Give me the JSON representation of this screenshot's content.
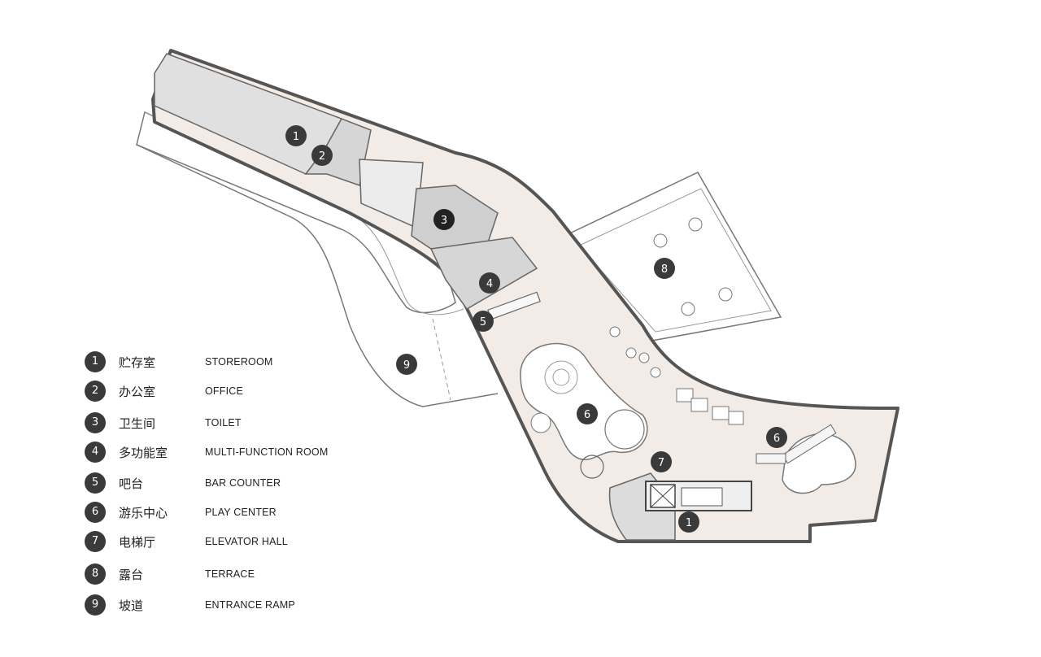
{
  "colors": {
    "floor": "#f3ebe6",
    "service_zone": "#dcdcdc",
    "wall": "#555555",
    "marker": "#3a3a3a",
    "terrace": "#ffffff"
  },
  "plan_labels": {
    "storeroom_north": "1",
    "office": "2",
    "toilet": "3",
    "multi_function_room": "4",
    "bar_counter": "5",
    "play_center_main": "6",
    "play_center_east": "6",
    "elevator_hall": "7",
    "terrace": "8",
    "entrance_ramp": "9",
    "storeroom_south": "1"
  },
  "legend": [
    {
      "num": "1",
      "cn": "贮存室",
      "en": "STOREROOM"
    },
    {
      "num": "2",
      "cn": "办公室",
      "en": "OFFICE"
    },
    {
      "num": "3",
      "cn": "卫生间",
      "en": "TOILET"
    },
    {
      "num": "4",
      "cn": "多功能室",
      "en": "MULTI-FUNCTION ROOM"
    },
    {
      "num": "5",
      "cn": "吧台",
      "en": "BAR COUNTER"
    },
    {
      "num": "6",
      "cn": "游乐中心",
      "en": "PLAY CENTER"
    },
    {
      "num": "7",
      "cn": "电梯厅",
      "en": "ELEVATOR HALL"
    },
    {
      "num": "8",
      "cn": "露台",
      "en": "TERRACE"
    },
    {
      "num": "9",
      "cn": "坡道",
      "en": "ENTRANCE RAMP"
    }
  ]
}
